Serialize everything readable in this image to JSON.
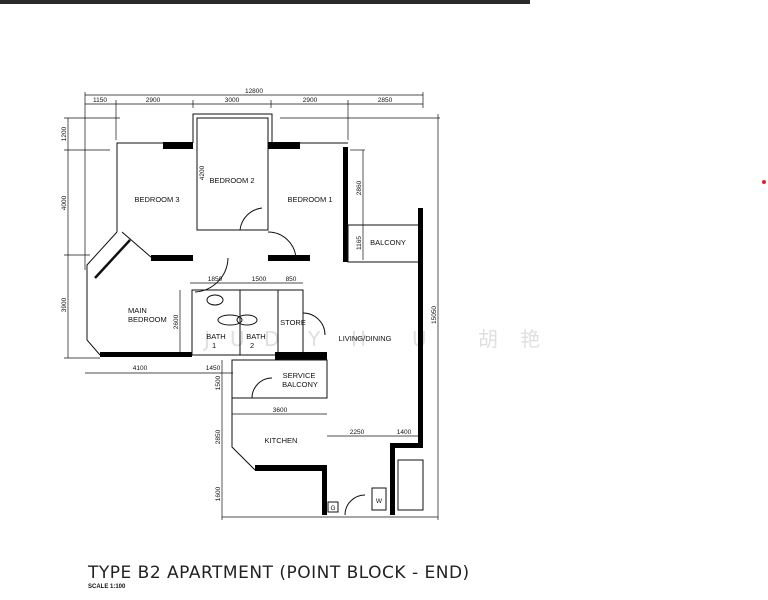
{
  "title": "TYPE B2 APARTMENT (POINT BLOCK - END)",
  "scale": "SCALE  1:100",
  "watermark": [
    "J",
    "U",
    "D",
    "Y",
    "H",
    "U",
    "胡",
    "艳"
  ],
  "colors": {
    "top_bar": "#2b2b2b",
    "marker_dot": "#e0202a",
    "lines": "#111111"
  },
  "rooms": {
    "bedroom3": "BEDROOM 3",
    "bedroom2": "BEDROOM 2",
    "bedroom1": "BEDROOM 1",
    "balcony": "BALCONY",
    "main_bedroom": [
      "MAIN",
      "BEDROOM"
    ],
    "bath1": [
      "BATH",
      "1"
    ],
    "bath2": [
      "BATH",
      "2"
    ],
    "store": "STORE",
    "living_dining": "LIVING/DINING",
    "service_balcony": [
      "SERVICE",
      "BALCONY"
    ],
    "kitchen": "KITCHEN",
    "gas": "G",
    "washer": "W"
  },
  "dimensions": {
    "overall_width": "12800",
    "top": [
      "1150",
      "2900",
      "3000",
      "2900",
      "2850"
    ],
    "left": [
      "1200",
      "4000",
      "3900"
    ],
    "right_total": "15050",
    "bedroom2_depth": "4200",
    "bedroom1_depth": "2860",
    "balcony_depth": "1165",
    "bath_row": [
      "1850",
      "1500",
      "850"
    ],
    "bath_depth": "2600",
    "main_bottom": [
      "4100",
      "1450"
    ],
    "service_depth": "1500",
    "kitchen_width": "3600",
    "kitchen_depth": "2850",
    "entry_depth": "1600",
    "entry_row": [
      "2250",
      "1400"
    ]
  }
}
